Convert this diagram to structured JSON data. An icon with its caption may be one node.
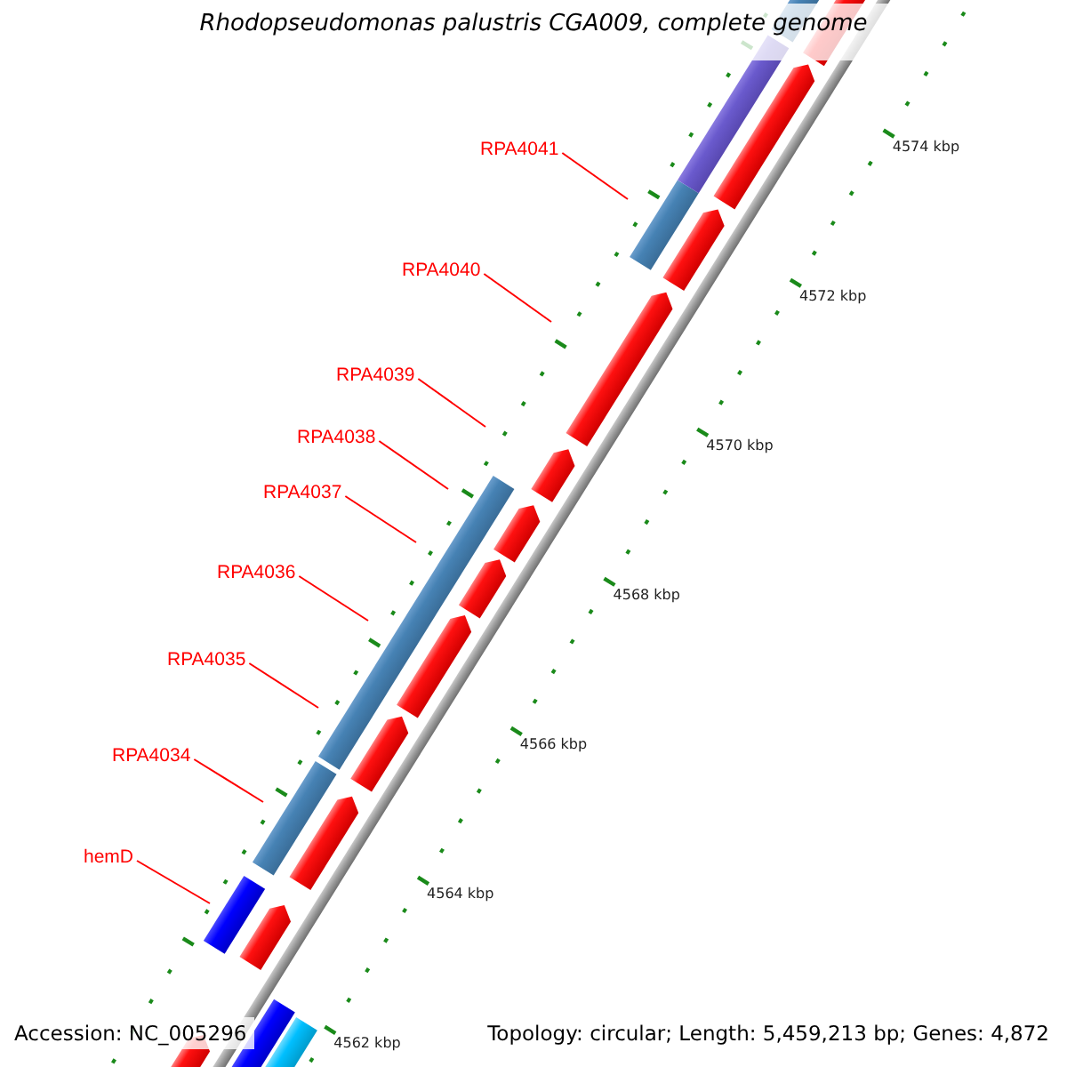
{
  "diagram": {
    "title": "Rhodopseudomonas palustris CGA009, complete genome",
    "nodes": [
      {
        "text": [
          "RPA4041"
        ]
      },
      {
        "text": [
          "RPA4040"
        ]
      },
      {
        "text": [
          "RPA4039"
        ]
      },
      {
        "text": [
          "RPA4038"
        ]
      },
      {
        "text": [
          "RPA4037"
        ]
      },
      {
        "text": [
          "RPA4036"
        ]
      },
      {
        "text": [
          "RPA4035"
        ]
      },
      {
        "text": [
          "RPA4034"
        ]
      },
      {
        "text": [
          "hemD"
        ]
      }
    ],
    "edges": [
      {
        "from": 0,
        "to": null,
        "arrow": "none"
      },
      {
        "from": 1,
        "to": null,
        "arrow": "none"
      },
      {
        "from": 2,
        "to": null,
        "arrow": "none"
      },
      {
        "from": 3,
        "to": null,
        "arrow": "none"
      },
      {
        "from": 4,
        "to": null,
        "arrow": "none"
      },
      {
        "from": 5,
        "to": null,
        "arrow": "none"
      },
      {
        "from": 6,
        "to": null,
        "arrow": "none"
      },
      {
        "from": 7,
        "to": null,
        "arrow": "none"
      },
      {
        "from": 8,
        "to": null,
        "arrow": "none"
      }
    ],
    "labels": [
      "4574 kbp",
      "4572 kbp",
      "4570 kbp",
      "4568 kbp",
      "4566 kbp",
      "4564 kbp",
      "4562 kbp",
      "Accession: NC_005296",
      "Topology: circular; Length: 5,459,213 bp; Genes: 4,872"
    ]
  }
}
